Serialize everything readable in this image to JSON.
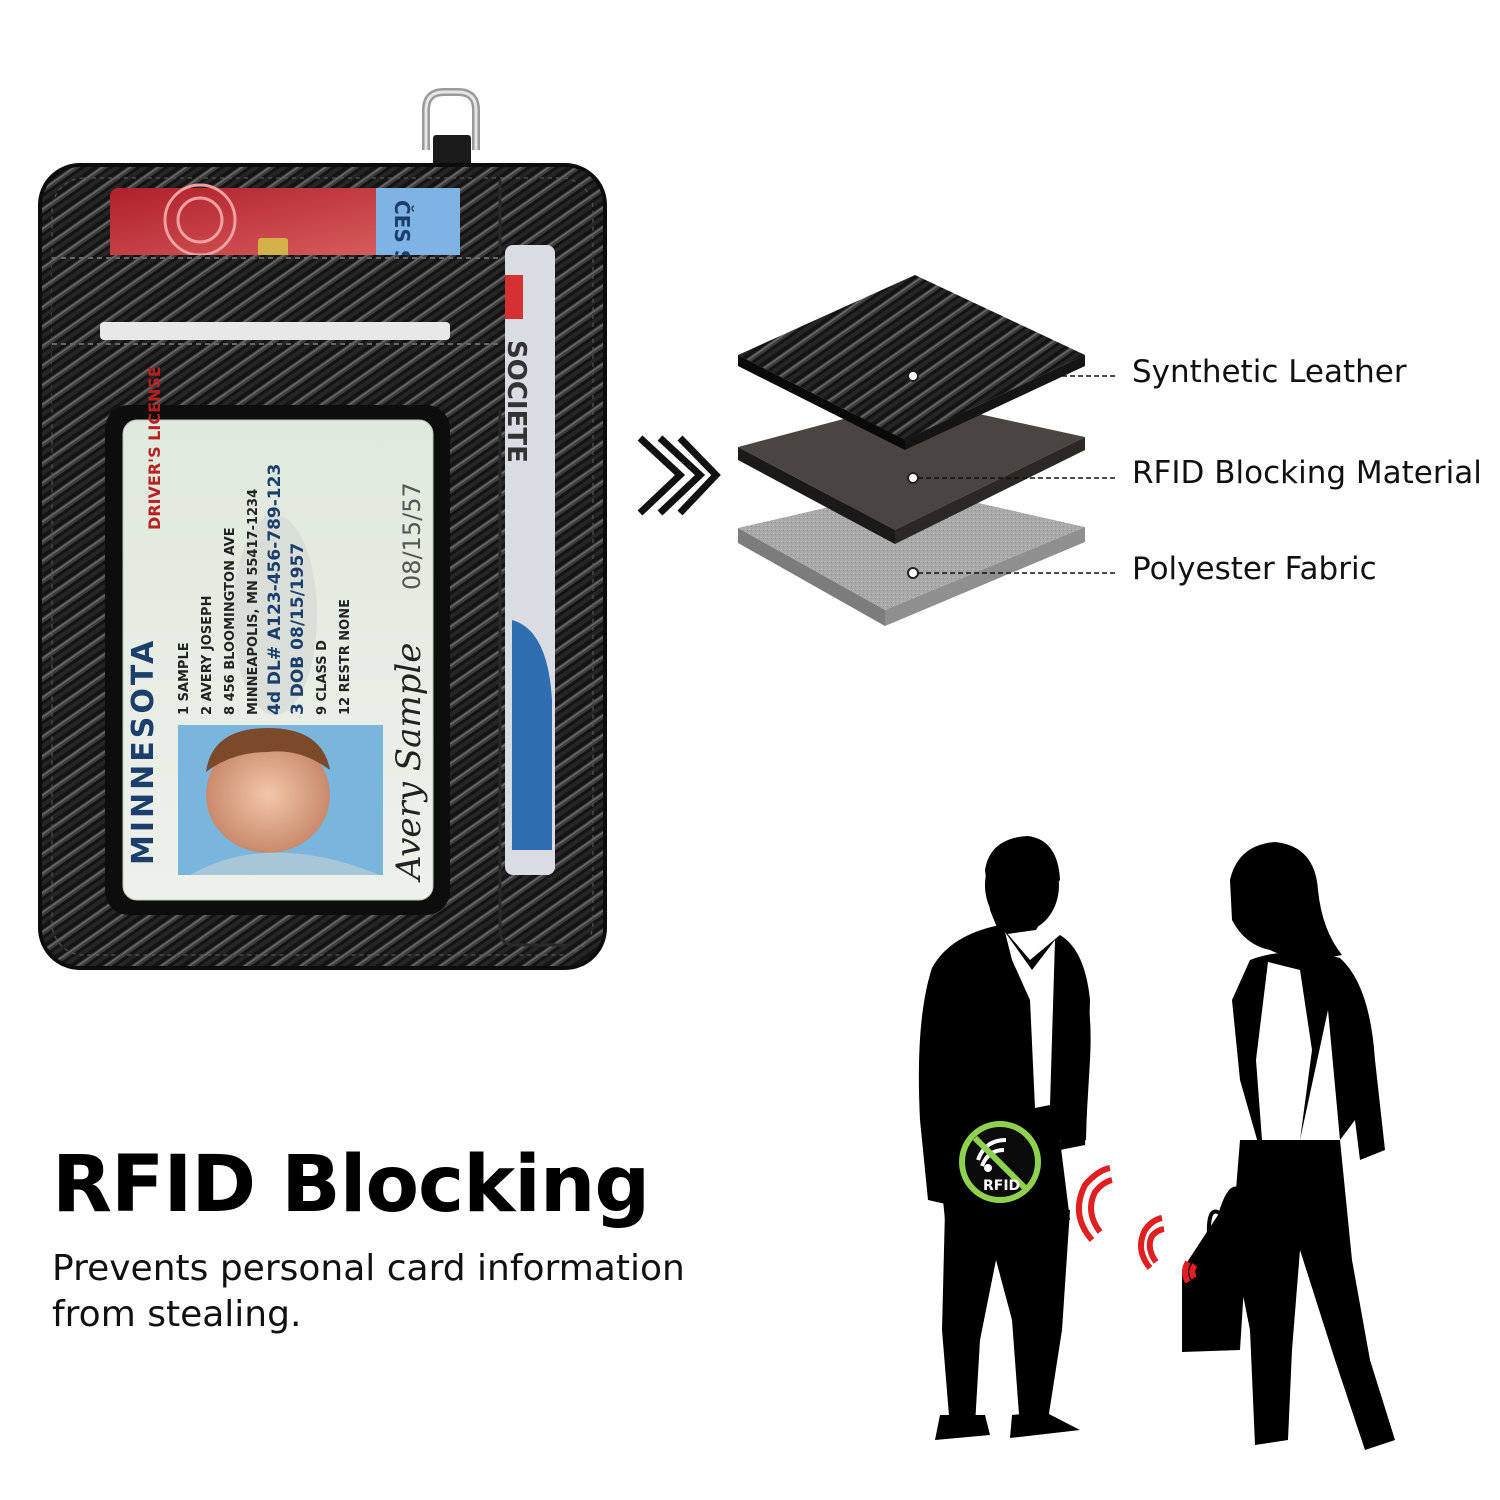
{
  "wallet": {
    "id_card": {
      "state": "MINNESOTA",
      "doc_type": "DRIVER'S LICENSE",
      "fields": [
        "1 SAMPLE",
        "2 AVERY JOSEPH",
        "8 456 BLOOMINGTON AVE",
        "MINNEAPOLIS, MN 55417-1234",
        "4d DL# A123-456-789-123",
        "3 DOB 08/15/1957",
        "9 CLASS D",
        "12 RESTR NONE"
      ],
      "signature": "Avery Sample",
      "date_side": "08/15/57"
    },
    "back_card_text": "SOCIETE",
    "top_card_text": "ČES SPOŘ"
  },
  "layers": {
    "items": [
      {
        "label": "Synthetic Leather",
        "color": "#1a1a1a"
      },
      {
        "label": "RFID Blocking Material",
        "color": "#4a4540"
      },
      {
        "label": "Polyester Fabric",
        "color": "#a8a8a8"
      }
    ]
  },
  "badge": {
    "text": "RFID",
    "ring_color": "#8fd14f"
  },
  "signal_color": "#e02020",
  "headline": "RFID Blocking",
  "subline": "Prevents personal card information from stealing."
}
